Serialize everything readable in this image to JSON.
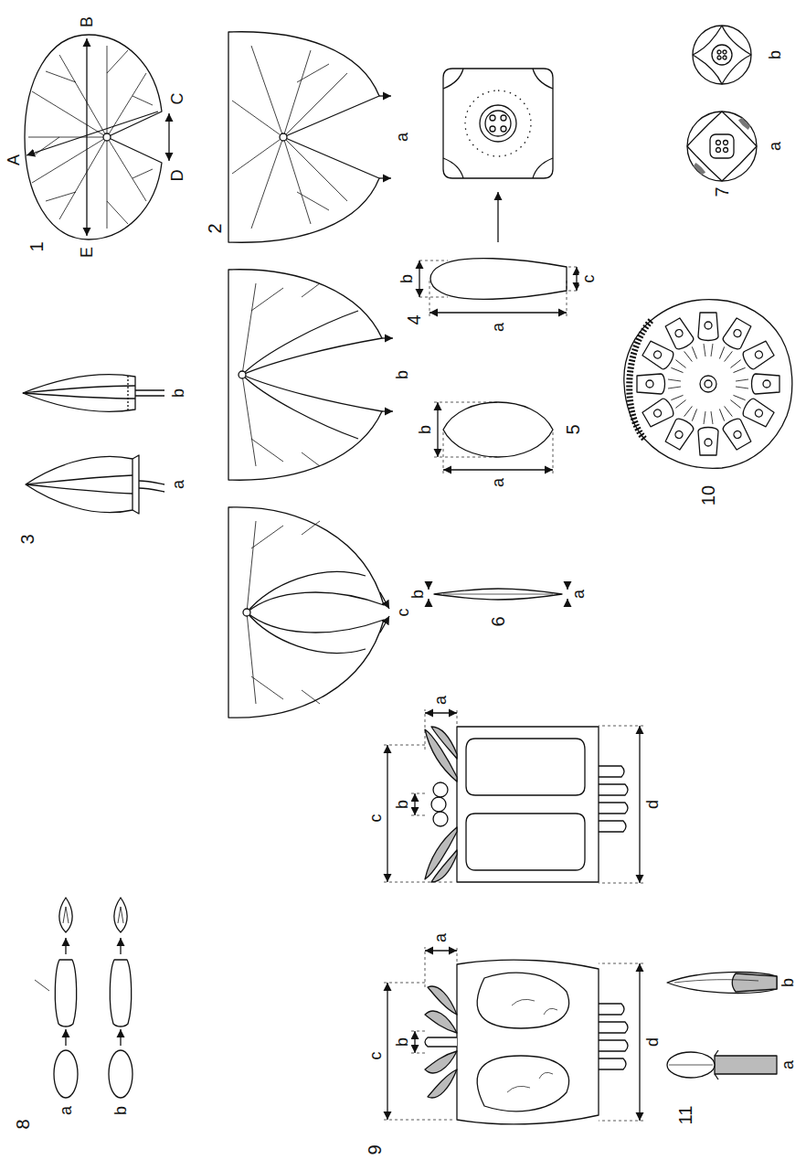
{
  "diagram": {
    "labels": [
      "1",
      "A",
      "B",
      "C",
      "D",
      "E",
      "2",
      "a",
      "b",
      "c",
      "3",
      "a",
      "b",
      "4",
      "a",
      "b",
      "c",
      "5",
      "a",
      "b",
      "6",
      "a",
      "b",
      "7",
      "a",
      "b",
      "8",
      "a",
      "b",
      "9",
      "a",
      "b",
      "c",
      "d",
      "a",
      "b",
      "c",
      "d",
      "10",
      "11",
      "a",
      "b"
    ]
  }
}
